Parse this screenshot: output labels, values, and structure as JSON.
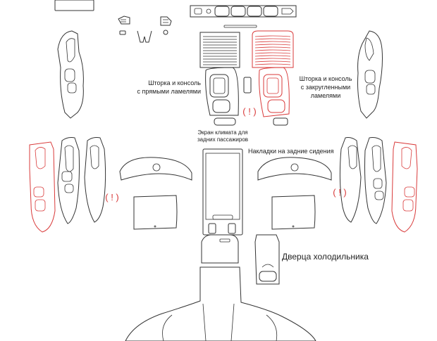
{
  "labels": {
    "straight_console": [
      "Шторка и консоль",
      "с прямыми ламелями"
    ],
    "rounded_console": [
      "Шторка и консоль",
      "с закругленными",
      "ламелями"
    ],
    "rear_climate": [
      "Экран климата для",
      "задних пассажиров"
    ],
    "rear_seat_trims": "Накладки на задние сидения",
    "fridge_door": "Дверца холодильника"
  },
  "warnings": {
    "console": "( ! )",
    "left_panels": "( ! )",
    "right_panels": "( ! )"
  },
  "colors": {
    "outline": "#333333",
    "highlight": "#d93a3a"
  }
}
